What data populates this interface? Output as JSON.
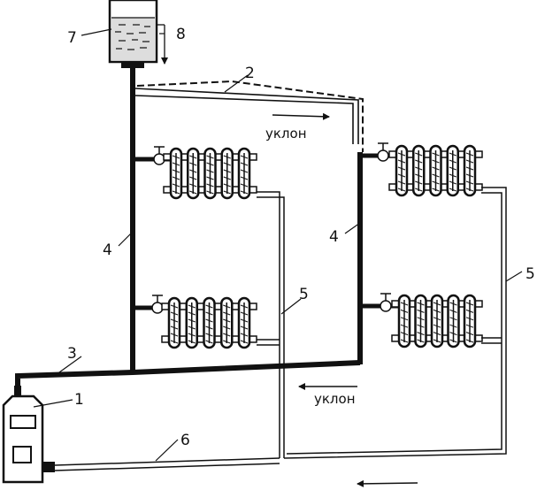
{
  "labels": {
    "boiler": "1",
    "overflow_pipe": "2",
    "supply_main": "3",
    "riser_left": "4",
    "riser_right": "4",
    "return_left": "5",
    "return_right": "5",
    "return_main": "6",
    "expansion_tank": "7",
    "overflow_drain": "8"
  },
  "slope_labels": {
    "top": "уклон",
    "middle": "уклон"
  },
  "colors": {
    "line": "#111111",
    "background": "#ffffff"
  }
}
